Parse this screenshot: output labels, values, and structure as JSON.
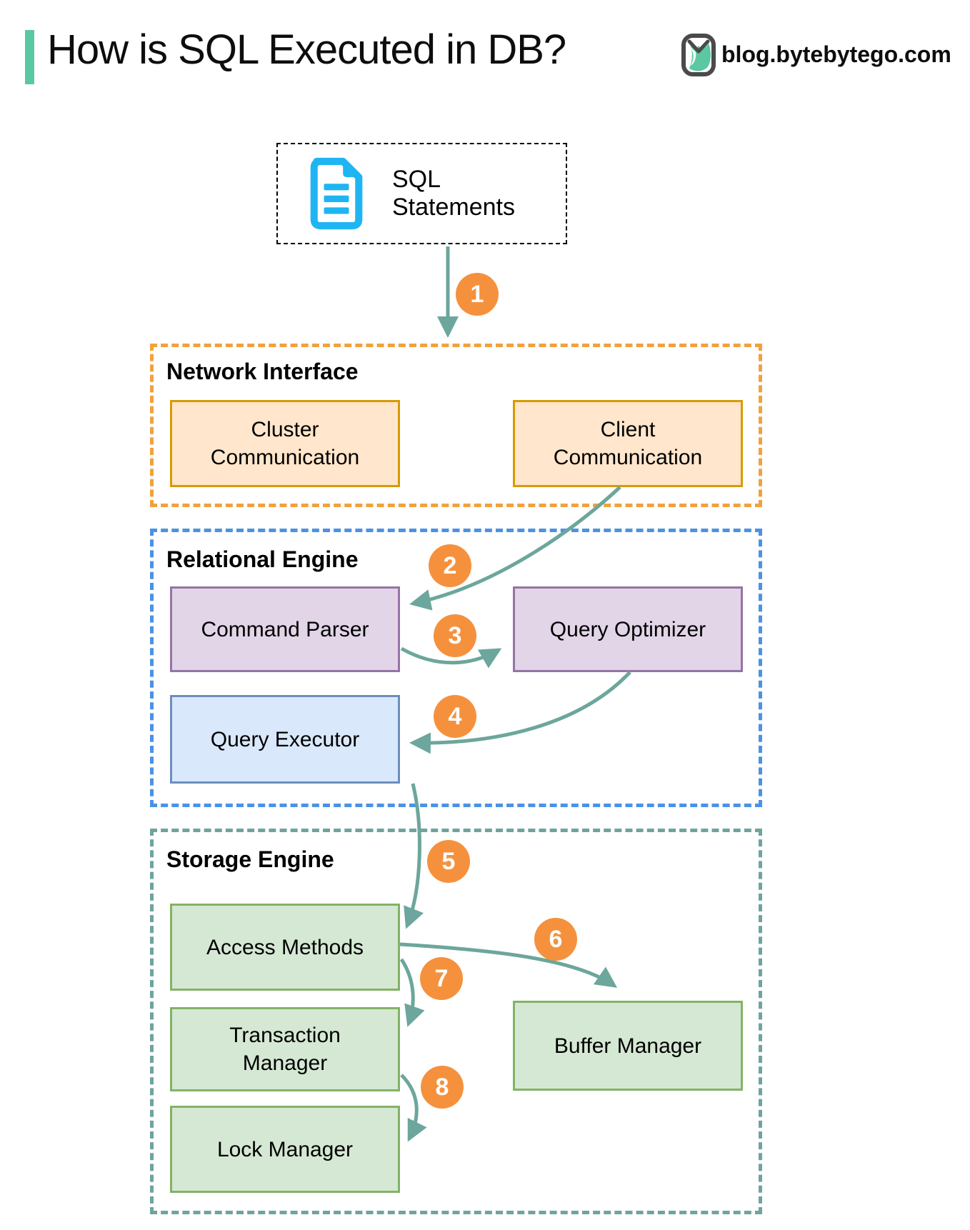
{
  "header": {
    "title": "How is SQL Executed in DB?",
    "site": "blog.bytebytego.com",
    "logo_icon": "bytebytego-owl-icon"
  },
  "source_box": {
    "label": "SQL Statements",
    "icon": "document-icon"
  },
  "containers": [
    {
      "id": "network-interface",
      "label": "Network Interface",
      "boxes": [
        {
          "label": "Cluster Communication"
        },
        {
          "label": "Client Communication"
        }
      ]
    },
    {
      "id": "relational-engine",
      "label": "Relational Engine",
      "boxes": [
        {
          "label": "Command Parser"
        },
        {
          "label": "Query Optimizer"
        },
        {
          "label": "Query Executor"
        }
      ]
    },
    {
      "id": "storage-engine",
      "label": "Storage Engine",
      "boxes": [
        {
          "label": "Access Methods"
        },
        {
          "label": "Transaction Manager"
        },
        {
          "label": "Lock Manager"
        },
        {
          "label": "Buffer Manager"
        }
      ]
    }
  ],
  "steps": [
    "1",
    "2",
    "3",
    "4",
    "5",
    "6",
    "7",
    "8"
  ],
  "flow": [
    {
      "step": "1",
      "from": "SQL Statements",
      "to": "Network Interface"
    },
    {
      "step": "2",
      "from": "Client Communication",
      "to": "Command Parser"
    },
    {
      "step": "3",
      "from": "Command Parser",
      "to": "Query Optimizer"
    },
    {
      "step": "4",
      "from": "Query Optimizer",
      "to": "Query Executor"
    },
    {
      "step": "5",
      "from": "Query Executor",
      "to": "Access Methods"
    },
    {
      "step": "6",
      "from": "Access Methods",
      "to": "Buffer Manager"
    },
    {
      "step": "7",
      "from": "Access Methods",
      "to": "Transaction Manager"
    },
    {
      "step": "8",
      "from": "Transaction Manager",
      "to": "Lock Manager"
    }
  ],
  "colors": {
    "accent": "#5bc8a1",
    "arrow": "#6ca69c",
    "circle": "#f5913d",
    "orange_border": "#f0a23e",
    "blue_border": "#4b92e5",
    "teal_border": "#6fa49d",
    "orange_fill": "#ffe6cc",
    "orange_stroke": "#d79b00",
    "purple_fill": "#e1d5e7",
    "purple_stroke": "#9673a6",
    "blue_fill": "#dae8fc",
    "blue_stroke": "#6c8ebf",
    "green_fill": "#d5e8d4",
    "green_stroke": "#82b366",
    "doc_icon": "#1fb5f2"
  }
}
